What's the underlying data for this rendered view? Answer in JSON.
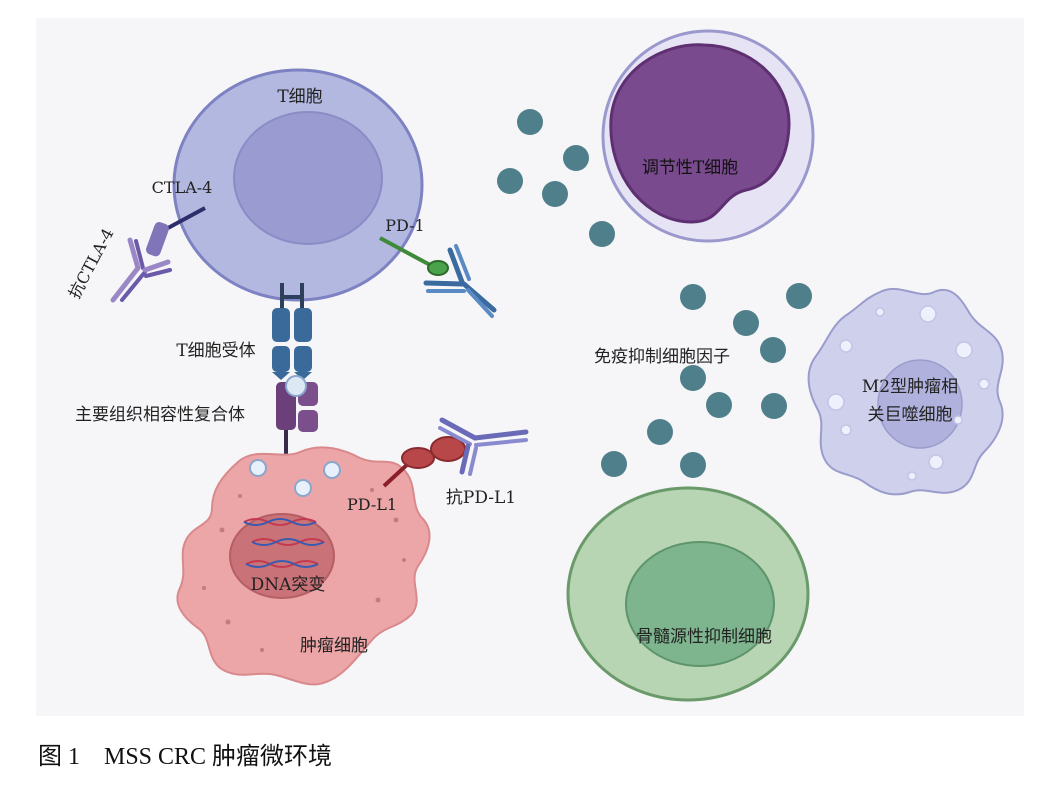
{
  "labels": {
    "t_cell": "T细胞",
    "ctla4": "CTLA-4",
    "anti_ctla4": "抗CTLA-4",
    "pd1": "PD-1",
    "tcr": "T细胞受体",
    "mhc": "主要组织相容性复合体",
    "pdl1": "PD-L1",
    "anti_pdl1": "抗PD-L1",
    "dna_mutation": "DNA突变",
    "tumor_cell": "肿瘤细胞",
    "treg": "调节性T细胞",
    "cytokines": "免疫抑制细胞因子",
    "m2_macrophage_line1": "M2型肿瘤相",
    "m2_macrophage_line2": "关巨噬细胞",
    "mdsc": "骨髓源性抑制细胞"
  },
  "caption": "图 1    MSS CRC 肿瘤微环境",
  "colors": {
    "t_cell_fill": "#b3b8e0",
    "t_cell_nucleus": "#9a9bd0",
    "treg_fill": "#7a4a8e",
    "tumor_fill": "#eca6a8",
    "mdsc_outer": "#b7d4b3",
    "mdsc_inner": "#7fb58e",
    "macrophage_fill": "#cfd0ec",
    "cytokine_dot": "#4f7f8a",
    "receptor_blue": "#3a6aa0",
    "mhc_purple": "#6a3f7a",
    "pd1_green": "#3f8a3a",
    "pdl1_red": "#a63a3a",
    "antibody_violet": "#6a6ab8"
  }
}
